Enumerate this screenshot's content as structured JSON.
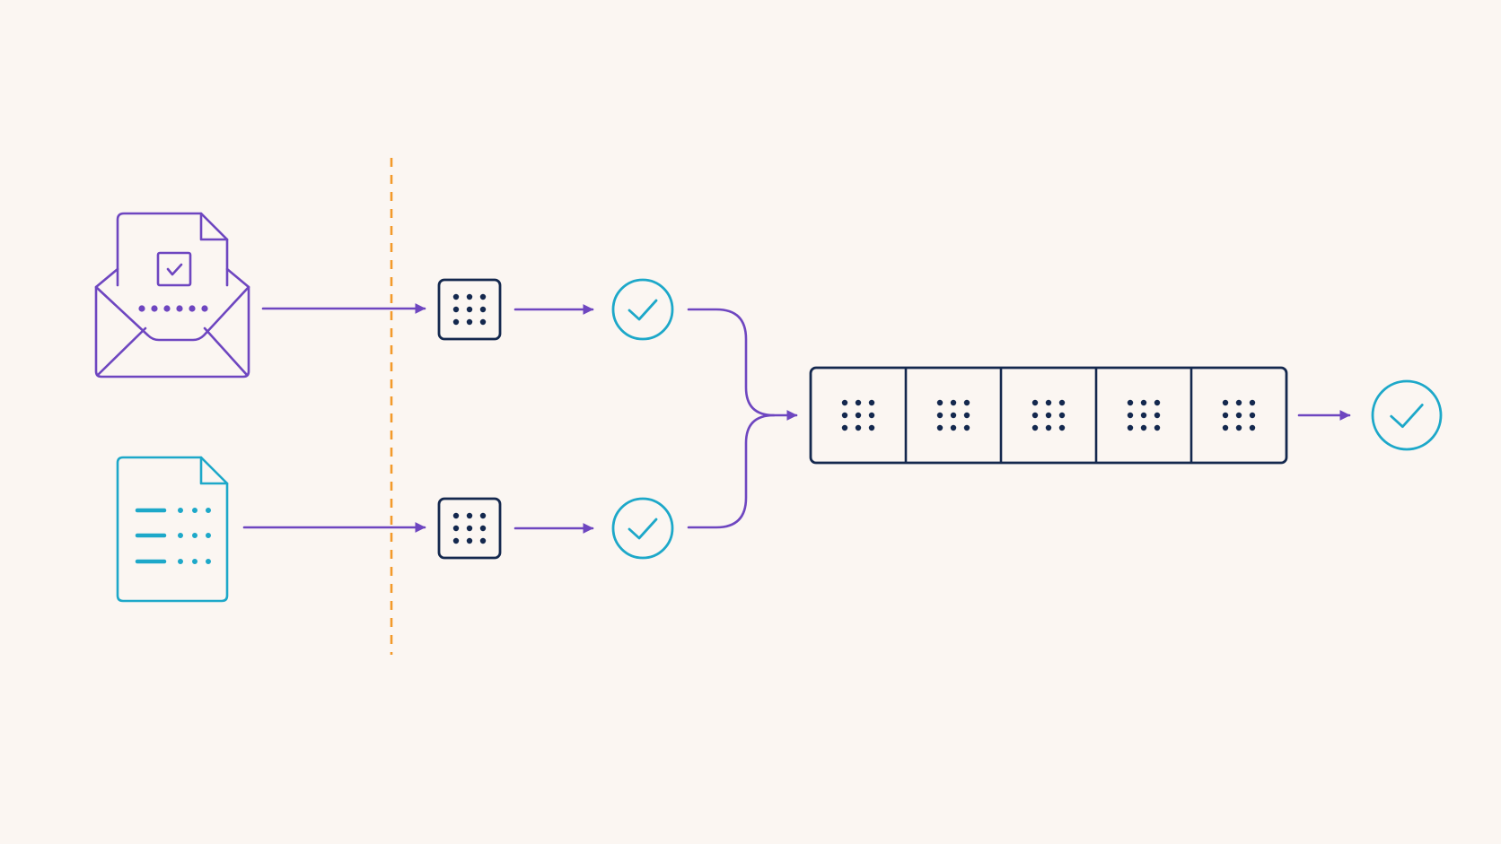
{
  "colors": {
    "background": "#fbf6f2",
    "purple": "#6e46c0",
    "teal": "#1da8c9",
    "navy": "#14284e",
    "orange": "#f39a2b"
  },
  "nodes": {
    "envelope_source": {
      "icon": "envelope-document-icon",
      "color": "purple"
    },
    "document_source": {
      "icon": "text-document-icon",
      "color": "teal"
    },
    "boundary": {
      "icon": "dashed-divider",
      "color": "orange"
    },
    "encoder_top": {
      "icon": "dot-grid-chip-icon",
      "color": "navy"
    },
    "encoder_bottom": {
      "icon": "dot-grid-chip-icon",
      "color": "navy"
    },
    "check_top": {
      "icon": "check-circle-icon",
      "color": "teal"
    },
    "check_bottom": {
      "icon": "check-circle-icon",
      "color": "teal"
    },
    "block_chain": {
      "icon": "segmented-block-icon",
      "segments": 5,
      "color": "navy"
    },
    "check_final": {
      "icon": "check-circle-icon",
      "color": "teal"
    }
  },
  "edges": [
    {
      "from": "envelope_source",
      "to": "encoder_top",
      "color": "purple"
    },
    {
      "from": "document_source",
      "to": "encoder_bottom",
      "color": "purple"
    },
    {
      "from": "encoder_top",
      "to": "check_top",
      "color": "purple"
    },
    {
      "from": "encoder_bottom",
      "to": "check_bottom",
      "color": "purple"
    },
    {
      "from": "check_top",
      "to": "block_chain",
      "color": "purple"
    },
    {
      "from": "check_bottom",
      "to": "block_chain",
      "color": "purple"
    },
    {
      "from": "block_chain",
      "to": "check_final",
      "color": "purple"
    }
  ]
}
